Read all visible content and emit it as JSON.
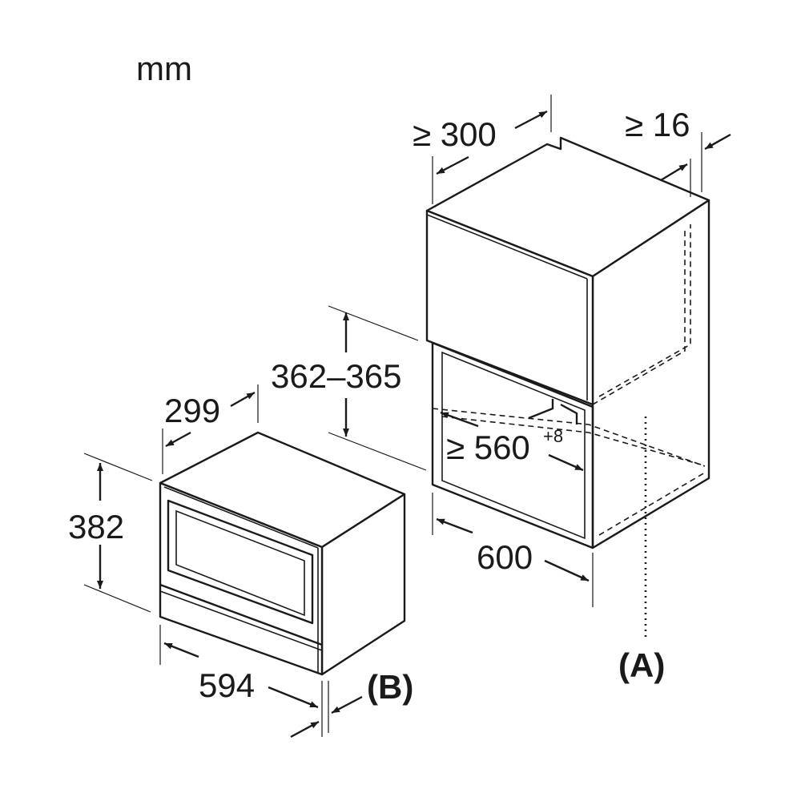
{
  "unit_label": "mm",
  "dimensions": {
    "cabinet_depth_min": "≥ 300",
    "panel_thickness_min": "≥ 16",
    "niche_height": "362–365",
    "niche_width_min": "≥ 560",
    "niche_width_tolerance": "+8",
    "cabinet_width": "600",
    "appliance_depth": "299",
    "appliance_height": "382",
    "appliance_width": "594"
  },
  "callouts": {
    "cabinet": "(A)",
    "appliance": "(B)"
  },
  "colors": {
    "line": "#1a1a1a",
    "background": "#ffffff"
  }
}
